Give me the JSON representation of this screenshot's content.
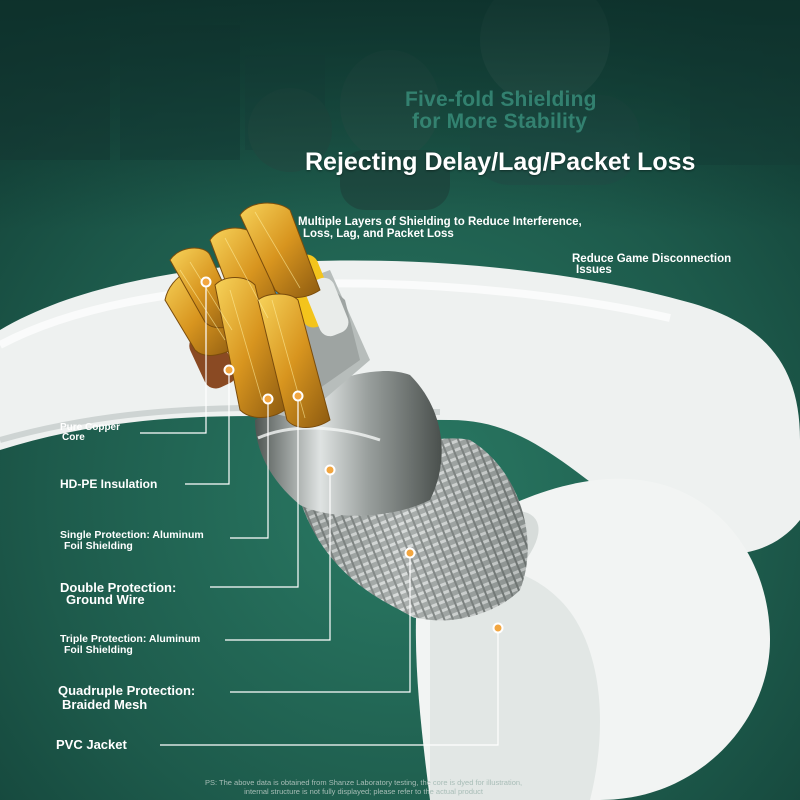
{
  "header": {
    "shield_title_line1": "Five-fold Shielding",
    "shield_title_line2": "for More Stability",
    "headline": "Rejecting Delay/Lag/Packet Loss"
  },
  "features": {
    "interference_line1": "Multiple Layers of Shielding to Reduce Interference,",
    "interference_line2": "Loss, Lag, and Packet Loss",
    "disconnection_line1": "Reduce Game Disconnection",
    "disconnection_line2": "Issues"
  },
  "callouts": [
    {
      "line1": "Pure Copper",
      "line2": "Core"
    },
    {
      "line1": "HD-PE Insulation",
      "line2": ""
    },
    {
      "line1": "Single Protection: Aluminum",
      "line2": "Foil Shielding"
    },
    {
      "line1": "Double Protection:",
      "line2": "Ground Wire"
    },
    {
      "line1": "Triple Protection: Aluminum",
      "line2": "Foil Shielding"
    },
    {
      "line1": "Quadruple Protection:",
      "line2": "Braided Mesh"
    },
    {
      "line1": "PVC Jacket",
      "line2": ""
    }
  ],
  "footnote": {
    "line1": "PS: The above data is obtained from Shanze Laboratory testing, the core is dyed for illustration,",
    "line2": "internal structure is not fully displayed; please refer to the actual product"
  },
  "colors": {
    "background": "#1e5a4c",
    "cable_jacket": "#f2f4f3",
    "copper": "#e0a62a",
    "marker": "#f2a640",
    "label_text": "#ffffff"
  },
  "icons": [
    "marker-dot-icon"
  ]
}
